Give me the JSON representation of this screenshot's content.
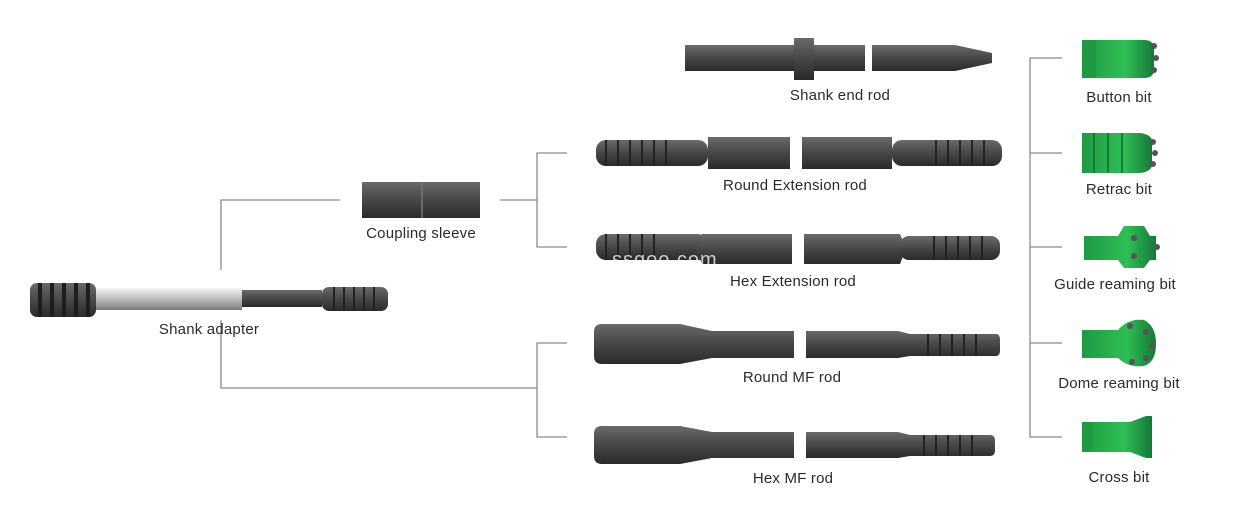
{
  "watermark": "ssgoo.com",
  "colors": {
    "steel_dark": "#3c3c3c",
    "steel_mid": "#555555",
    "steel_light": "#777777",
    "chrome": "#c8c8c8",
    "bit_green": "#27a84a",
    "bit_green_dark": "#16803a",
    "connector_line": "#8a8a8a"
  },
  "tools": {
    "shank_adapter": {
      "label": "Shank adapter"
    },
    "coupling_sleeve": {
      "label": "Coupling sleeve"
    },
    "shank_end_rod": {
      "label": "Shank end rod"
    },
    "round_extension_rod": {
      "label": "Round Extension rod"
    },
    "hex_extension_rod": {
      "label": "Hex Extension rod"
    },
    "round_mf_rod": {
      "label": "Round MF rod"
    },
    "hex_mf_rod": {
      "label": "Hex MF rod"
    }
  },
  "bits": [
    {
      "key": "button",
      "label": "Button bit",
      "icon": "button-bit-icon"
    },
    {
      "key": "retrac",
      "label": "Retrac bit",
      "icon": "retrac-bit-icon"
    },
    {
      "key": "guide",
      "label": "Guide reaming bit",
      "icon": "guide-reaming-bit-icon"
    },
    {
      "key": "dome",
      "label": "Dome reaming bit",
      "icon": "dome-reaming-bit-icon"
    },
    {
      "key": "cross",
      "label": "Cross bit",
      "icon": "cross-bit-icon"
    }
  ]
}
